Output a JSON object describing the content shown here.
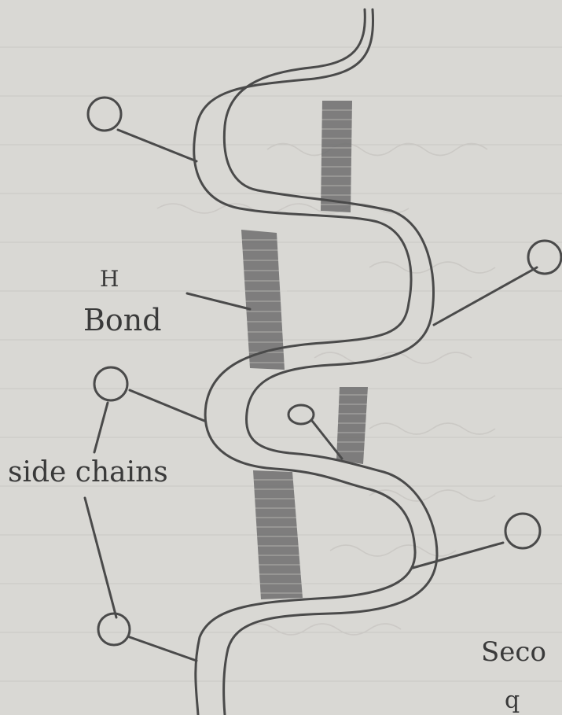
{
  "labels": {
    "h": "H",
    "bond": "Bond",
    "side_chains": "side chains",
    "partial": "Seco",
    "partial2": "q"
  },
  "colors": {
    "paper": "#d9d8d4",
    "ink": "#4a4a4a",
    "shading": "#6d6d6d"
  }
}
